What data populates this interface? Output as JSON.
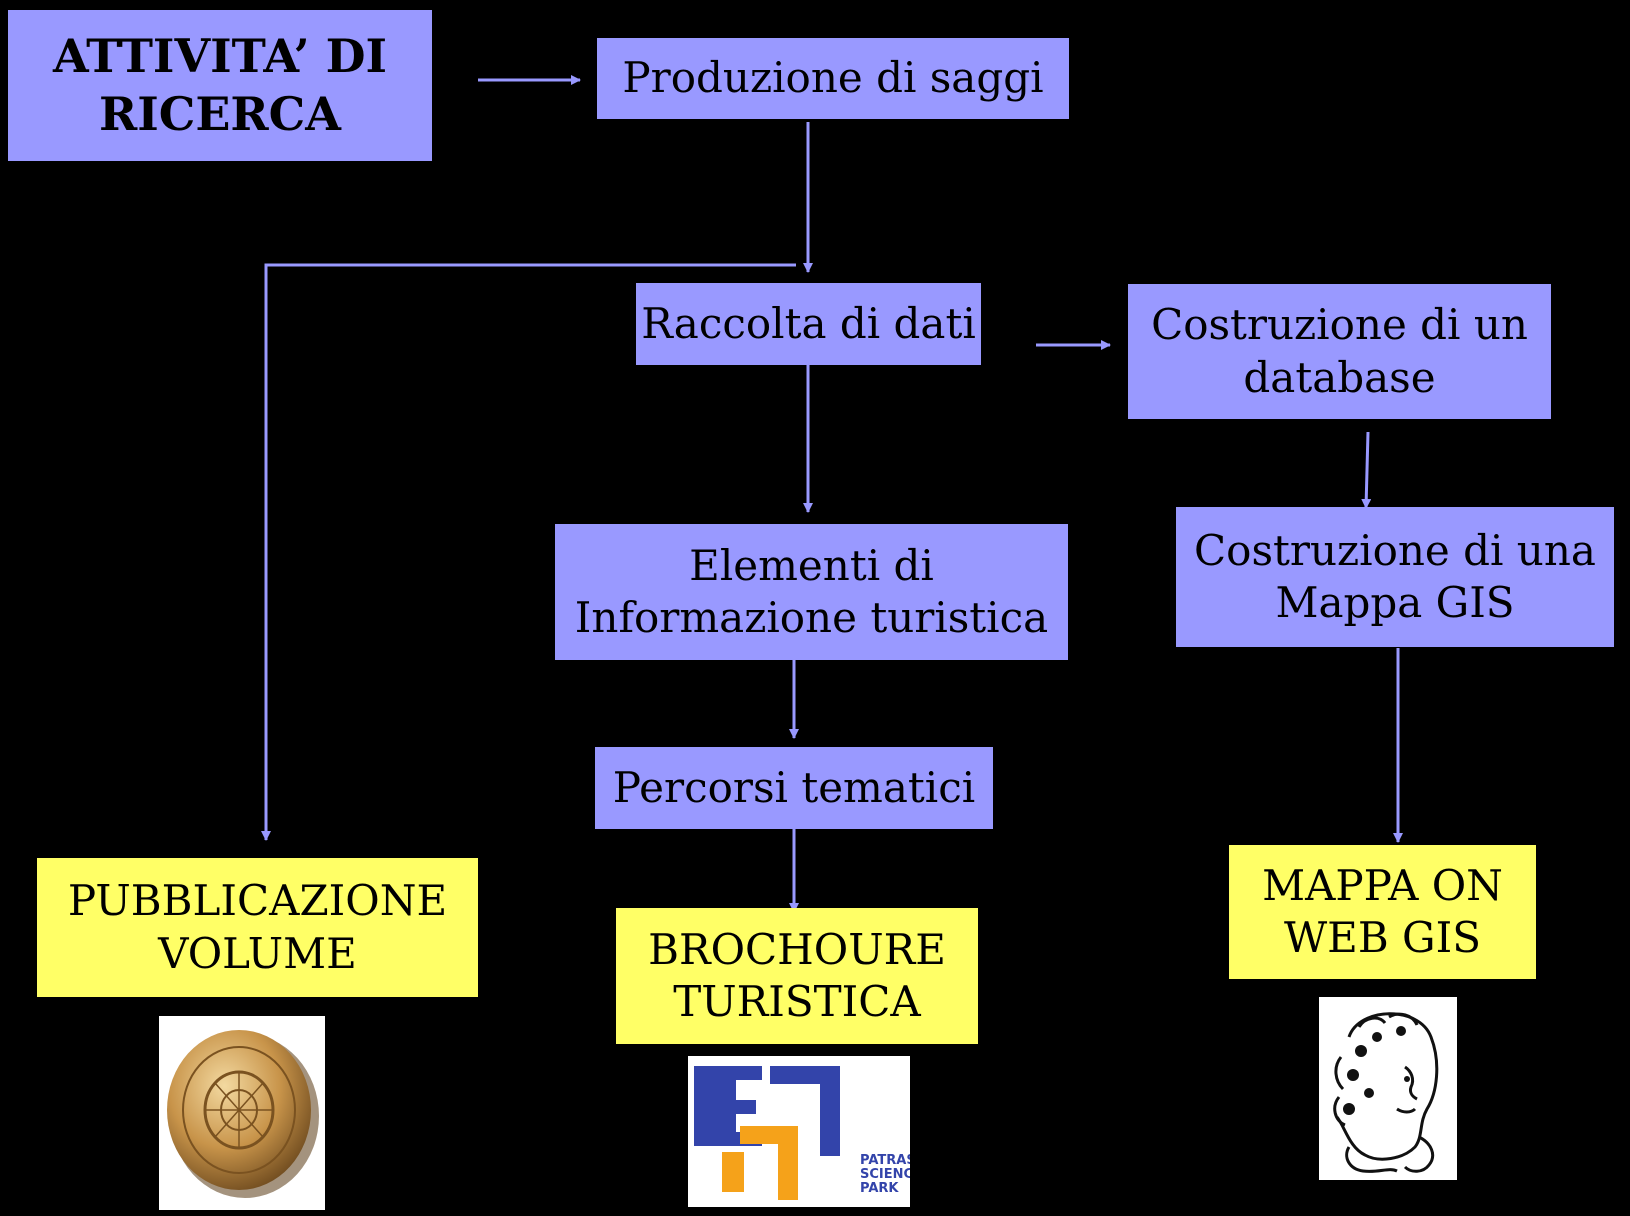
{
  "nodes": {
    "attivita": "ATTIVITA’ DI RICERCA",
    "produzione": "Produzione di saggi",
    "raccolta": "Raccolta di dati",
    "database": "Costruzione di un database",
    "mappa_gis": "Costruzione di una Mappa GIS",
    "elementi": "Elementi di Informazione turistica",
    "percorsi": "Percorsi tematici",
    "pubblicazione": "PUBBLICAZIONE VOLUME",
    "brochoure": "BROCHOURE TURISTICA",
    "mappa_web": "MAPPA ON WEB GIS"
  },
  "logos": {
    "university_seal": {
      "icon": "university-seal-icon"
    },
    "patras_park": {
      "icon": "patras-science-park-logo",
      "lines": [
        "PATRAS",
        "SCIENCE",
        "PARK"
      ]
    },
    "classical_head": {
      "icon": "classical-head-engraving-icon"
    }
  },
  "colors": {
    "process": "#9999ff",
    "output": "#ffff66",
    "background": "#000000",
    "arrow": "#9999ff"
  }
}
